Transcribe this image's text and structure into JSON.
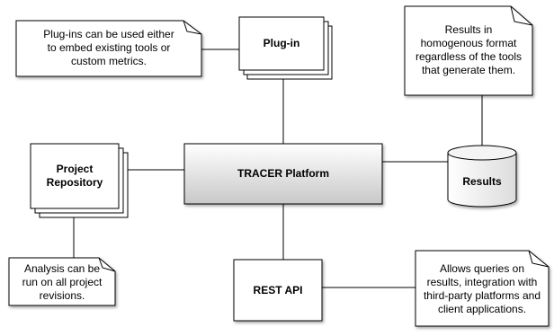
{
  "nodes": {
    "platform": "TRACER Platform",
    "plugin": "Plug-in",
    "project_repository": "Project\nRepository",
    "results": "Results",
    "rest_api": "REST API"
  },
  "notes": {
    "plugin_note": "Plug-ins can be used either\nto embed existing tools or\ncustom metrics.",
    "results_note": "Results in\nhomogenous format\nregardless of the tools\nthat generate them.",
    "repository_note": "Analysis can be\nrun on all project\nrevisions.",
    "api_note": "Allows queries on\nresults, integration with\nthird-party platforms and\nclient applications."
  }
}
